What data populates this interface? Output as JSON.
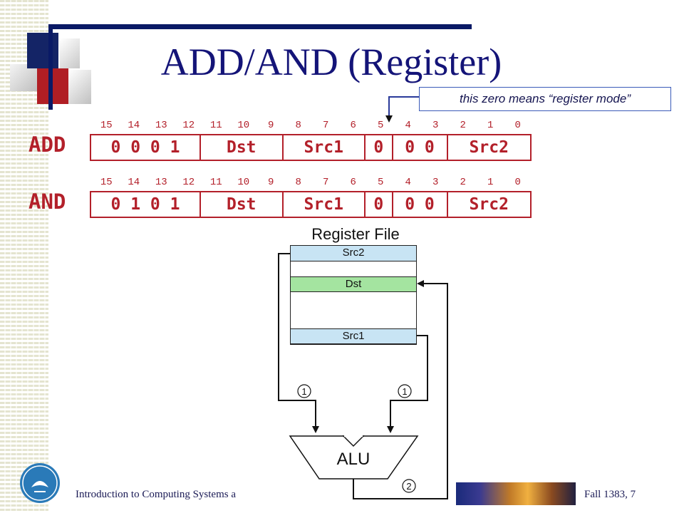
{
  "slide": {
    "title": "ADD/AND (Register)",
    "callout": "this zero means “register mode”"
  },
  "bit_numbers": [
    "15",
    "14",
    "13",
    "12",
    "11",
    "10",
    "9",
    "8",
    "7",
    "6",
    "5",
    "4",
    "3",
    "2",
    "1",
    "0"
  ],
  "instructions": [
    {
      "name": "ADD",
      "fields": [
        {
          "text": "0 0 0 1",
          "bits": 4
        },
        {
          "text": "Dst",
          "bits": 3
        },
        {
          "text": "Src1",
          "bits": 3
        },
        {
          "text": "0",
          "bits": 1
        },
        {
          "text": "0 0",
          "bits": 2
        },
        {
          "text": "Src2",
          "bits": 3
        }
      ]
    },
    {
      "name": "AND",
      "fields": [
        {
          "text": "0 1 0 1",
          "bits": 4
        },
        {
          "text": "Dst",
          "bits": 3
        },
        {
          "text": "Src1",
          "bits": 3
        },
        {
          "text": "0",
          "bits": 1
        },
        {
          "text": "0 0",
          "bits": 2
        },
        {
          "text": "Src2",
          "bits": 3
        }
      ]
    }
  ],
  "register_file": {
    "title": "Register File",
    "registers": [
      {
        "label": "Src2",
        "color": "#c8e4f4"
      },
      {
        "label": "Dst",
        "color": "#a4e4a0"
      },
      {
        "label": "Src1",
        "color": "#c8e4f4"
      }
    ]
  },
  "alu": {
    "label": "ALU",
    "step_labels": [
      "1",
      "1",
      "2"
    ]
  },
  "footer": {
    "left": "Introduction to Computing Systems a",
    "right": "Fall 1383,    7"
  },
  "colors": {
    "title": "#141478",
    "encoding": "#b3202a",
    "accent_bar": "#0a1a66"
  }
}
